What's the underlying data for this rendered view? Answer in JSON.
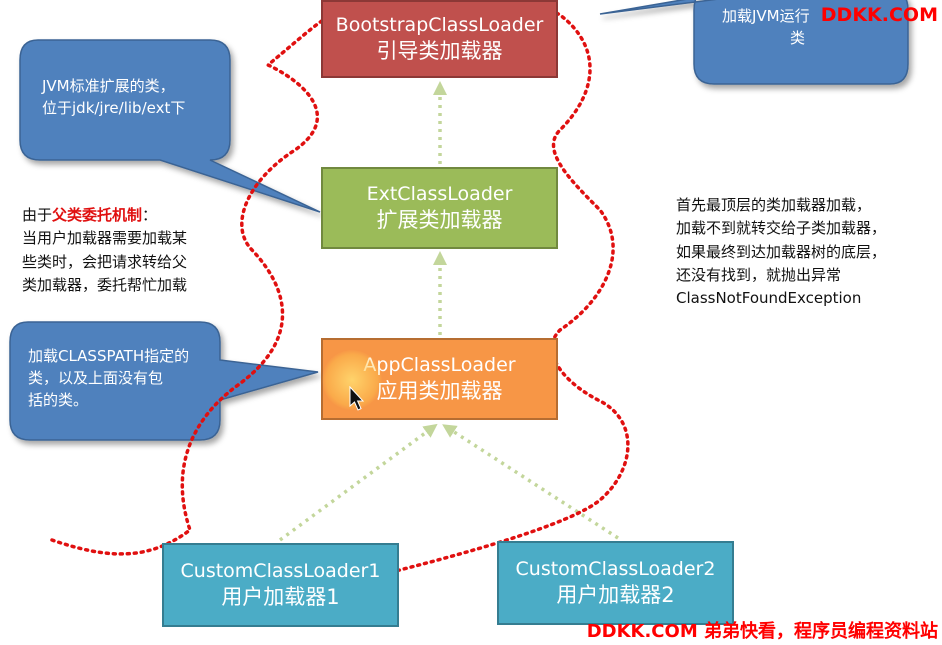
{
  "boxes": {
    "bootstrap": {
      "en": "BootstrapClassLoader",
      "cn": "引导类加载器"
    },
    "ext": {
      "en": "ExtClassLoader",
      "cn": "扩展类加载器"
    },
    "app": {
      "en": "AppClassLoader",
      "cn": "应用类加载器"
    },
    "custom1": {
      "en": "CustomClassLoader1",
      "cn": "用户加载器1"
    },
    "custom2": {
      "en": "CustomClassLoader2",
      "cn": "用户加载器2"
    }
  },
  "bubbles": {
    "ext_line1": "JVM标准扩展的类，",
    "ext_line2": "位于jdk/jre/lib/ext下",
    "app_line1": "加载CLASSPATH指定的",
    "app_line2": "类，以及上面没有包",
    "app_line3": "括的类。",
    "boot_line1": "加载JVM运行",
    "boot_line2": "类"
  },
  "left_note": {
    "prefix": "由于",
    "highlight": "父类委托机制",
    "suffix": "：",
    "line2": "当用户加载器需要加载某",
    "line3": "些类时，会把请求转给父",
    "line4": "类加载器，委托帮忙加载"
  },
  "right_note": {
    "line1": "首先最顶层的类加载器加载，",
    "line2": "加载不到就转交给子类加载器，",
    "line3": "如果最终到达加载器树的底层，",
    "line4": "还没有找到，就抛出异常",
    "line5": "ClassNotFoundException"
  },
  "watermarks": {
    "top": "DDKK.COM",
    "bottom": "DDKK.COM 弟弟快看，程序员编程资料站"
  },
  "colors": {
    "bootstrap": "#c0504d",
    "ext": "#9bbb59",
    "app": "#f79646",
    "custom": "#4bacc6",
    "bubble": "#4f81bd",
    "arrow": "#c3d69b",
    "dotted_path": "#e01010"
  }
}
